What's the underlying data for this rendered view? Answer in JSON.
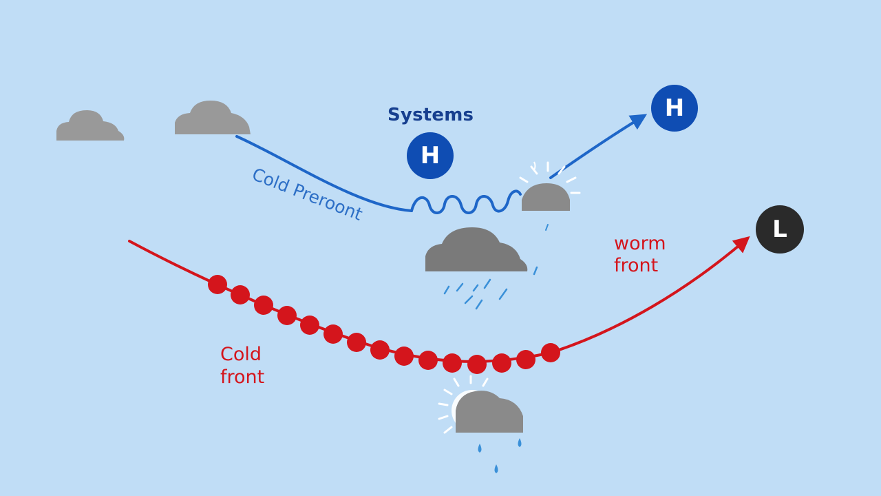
{
  "title": "Systems",
  "labels": {
    "cold_preroont": "Cold Preroont",
    "warm_front": [
      "worm",
      "front"
    ],
    "cold_front": [
      "Cold",
      "front"
    ]
  },
  "pressure": {
    "h_center": "H",
    "h_right": "H",
    "l_right": "L"
  },
  "colors": {
    "background": "#c0ddf6",
    "cold_front_blue": "#1e66c8",
    "high_pressure": "#0f4db3",
    "warm_front_red": "#d4151c",
    "low_pressure": "#2a2a2a",
    "cloud": "#8c8c8c",
    "storm_cloud": "#7a7a7a",
    "rain": "#3a90d8"
  },
  "icons": [
    "cloud-icon",
    "sun-cloud-icon",
    "rain-cloud-icon",
    "sun-rain-cloud-icon"
  ]
}
